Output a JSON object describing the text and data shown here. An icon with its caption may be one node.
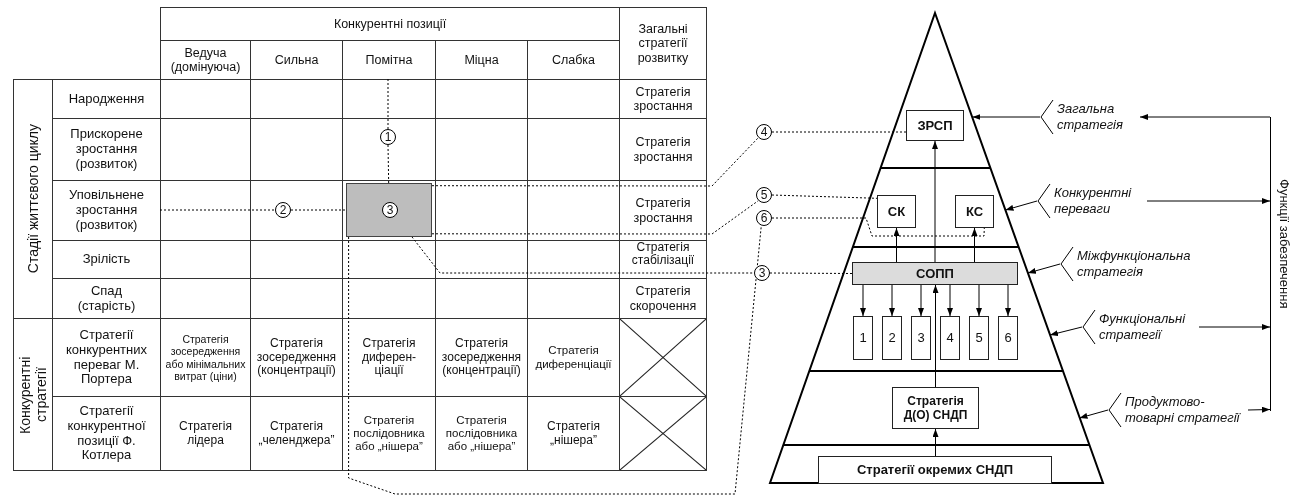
{
  "diagram": {
    "nodes": [
      {
        "text": [
          "1"
        ]
      },
      {
        "text": [
          "2"
        ]
      },
      {
        "text": [],
        "shape": "box"
      },
      {
        "text": [
          "3"
        ],
        "in": 2
      },
      {
        "text": [
          "4"
        ]
      },
      {
        "text": [
          "5"
        ]
      },
      {
        "text": [
          "6"
        ]
      },
      {
        "text": [
          "3"
        ]
      },
      {
        "text": [],
        "shape": "triangle"
      },
      {
        "text": [
          "ЗРСП"
        ],
        "in": 8
      },
      {
        "text": [
          "СК"
        ],
        "in": 8
      },
      {
        "text": [
          "КС"
        ],
        "in": 8
      },
      {
        "text": [
          "СОПП"
        ],
        "in": 8
      },
      {
        "text": [
          "1"
        ],
        "in": 8
      },
      {
        "text": [
          "2"
        ],
        "in": 8
      },
      {
        "text": [
          "3"
        ],
        "in": 8
      },
      {
        "text": [
          "4"
        ],
        "in": 8
      },
      {
        "text": [
          "5"
        ],
        "in": 8
      },
      {
        "text": [
          "6"
        ],
        "in": 8
      },
      {
        "text": [
          "Стратегія Д(О) СНДП"
        ],
        "in": 8
      },
      {
        "text": [
          "Стратегії окремих СНДП"
        ],
        "in": 8
      },
      {
        "text": [
          "Загальна стратегія"
        ]
      },
      {
        "text": [
          "Конкурентні переваги"
        ]
      },
      {
        "text": [
          "Міжфункціональна стратегія"
        ]
      },
      {
        "text": [
          "Функціональні стратегії"
        ]
      },
      {
        "text": [
          "Продуктово- товарні стратегії"
        ]
      },
      {
        "text": [
          "Функції забезпечення"
        ]
      },
      {
        "text": [
          "Помітна"
        ]
      },
      {
        "text": [
          "Уповільнене зростання (розвиток)"
        ]
      }
    ],
    "edges": [
      {
        "from": 27,
        "to": 0,
        "arrow": "none",
        "style": "dashed"
      },
      {
        "from": 0,
        "to": 3,
        "arrow": "none",
        "style": "dashed"
      },
      {
        "from": 28,
        "to": 1,
        "arrow": "none",
        "style": "dashed"
      },
      {
        "from": 1,
        "to": 2,
        "arrow": "none",
        "style": "dashed"
      },
      {
        "from": 2,
        "to": 4,
        "arrow": "none",
        "style": "dashed"
      },
      {
        "from": 3,
        "to": 7,
        "arrow": "none",
        "style": "dashed"
      },
      {
        "from": 2,
        "to": 5,
        "arrow": "none",
        "style": "dashed"
      },
      {
        "from": 2,
        "to": 6,
        "arrow": "none",
        "style": "dashed"
      },
      {
        "from": 4,
        "to": 9,
        "arrow": "none",
        "style": "dashed"
      },
      {
        "from": 5,
        "to": 10,
        "arrow": "none",
        "style": "dashed"
      },
      {
        "from": 6,
        "to": 11,
        "arrow": "none",
        "style": "dashed"
      },
      {
        "from": 7,
        "to": 12,
        "arrow": "none",
        "style": "dashed"
      },
      {
        "from": 12,
        "to": 9,
        "arrow": "to"
      },
      {
        "from": 12,
        "to": 10,
        "arrow": "to"
      },
      {
        "from": 12,
        "to": 11,
        "arrow": "to"
      },
      {
        "from": 12,
        "to": 13,
        "arrow": "to"
      },
      {
        "from": 12,
        "to": 14,
        "arrow": "to"
      },
      {
        "from": 12,
        "to": 15,
        "arrow": "to"
      },
      {
        "from": 12,
        "to": 16,
        "arrow": "to"
      },
      {
        "from": 12,
        "to": 17,
        "arrow": "to"
      },
      {
        "from": 12,
        "to": 18,
        "arrow": "to"
      },
      {
        "from": 19,
        "to": 12,
        "arrow": "to"
      },
      {
        "from": 20,
        "to": 19,
        "arrow": "to"
      },
      {
        "from": 21,
        "to": 8,
        "arrow": "to"
      },
      {
        "from": 22,
        "to": 8,
        "arrow": "to"
      },
      {
        "from": 23,
        "to": 8,
        "arrow": "to"
      },
      {
        "from": 24,
        "to": 8,
        "arrow": "to"
      },
      {
        "from": 25,
        "to": 8,
        "arrow": "to"
      },
      {
        "from": 26,
        "to": 21,
        "arrow": "to"
      },
      {
        "from": 22,
        "to": 26,
        "arrow": "to"
      },
      {
        "from": 24,
        "to": 26,
        "arrow": "to"
      },
      {
        "from": 25,
        "to": 26,
        "arrow": "to"
      }
    ],
    "labels": [
      "Конкурентні позиції",
      "Загальні стратегії розвитку",
      "Ведуча (домінуюча)",
      "Сильна",
      "Міцна",
      "Слабка",
      "Стадії життєвого циклу",
      "Народження",
      "Стратегія зростання",
      "Прискорене зростання (розвиток)",
      "Стратегія зростання",
      "Стратегія зростання",
      "Зрілість",
      "Стратегія стабілізації",
      "Спад (старість)",
      "Стратегія скорочення",
      "Конкурентні стратегії",
      "Стратегії конкурентних переваг М. Портера",
      "Стратегія зосередження або мінімальних витрат (ціни)",
      "Стратегія зосередження (концентрації)",
      "Стратегія диферен- ціації",
      "Стратегія зосередження (концентрації)",
      "Стратегія диференціації",
      "Стратегії конкурентної позиції Ф. Котлера",
      "Стратегія лідера",
      "Стратегія „челенджера”",
      "Стратегія послідовника або „нішера”",
      "Стратегія послідовника або „нішера”",
      "Стратегія „нішера”"
    ]
  }
}
